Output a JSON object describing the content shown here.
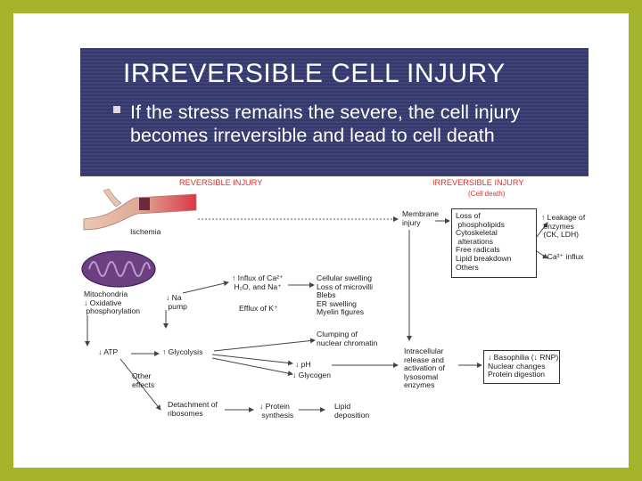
{
  "slide": {
    "title": "IRREVERSIBLE CELL INJURY",
    "bullet": "If the stress remains the severe, the cell injury becomes irreversible and lead to cell death"
  },
  "diagram": {
    "reversible_header": "REVERSIBLE INJURY",
    "irreversible_header": "IRREVERSIBLE INJURY",
    "irreversible_sub": "(Cell death)",
    "ischemia": "Ischemia",
    "mitochondria": "Mitochondria\n↓ Oxidative\n phosphorylation",
    "na_pump": "↓ Na\n pump",
    "influx": "↑ Influx of Ca²⁺\n H₂O, and Na⁺",
    "efflux": "Efflux of K⁺",
    "cellular_swelling": "Cellular swelling\nLoss of microvilli\nBlebs\nER swelling\nMyelin figures",
    "atp": "↓ ATP",
    "glycolysis": "↑ Glycolysis",
    "clumping": "Clumping of\nnuclear chromatin",
    "ph": "↓ pH",
    "glycogen": "↓ Glycogen",
    "other_effects": "Other\neffects",
    "detachment": "Detachment of\nribosomes",
    "protein_synthesis": "↓ Protein\n synthesis",
    "lipid_deposition": "Lipid\ndeposition",
    "membrane_injury": "Membrane\ninjury",
    "membrane_effects": "Loss of\n phospholipids\nCytoskeletal\n alterations\nFree radicals\nLipid breakdown\nOthers",
    "leakage": "↑ Leakage of\n enzymes\n (CK, LDH)",
    "ca_influx": "↑ Ca²⁺ influx",
    "intracellular": "Intracellular\nrelease and\nactivation of\nlysosomal\nenzymes",
    "lysosomal_effects": "↓ Basophilia (↓ RNP)\nNuclear changes\nProtein digestion"
  }
}
